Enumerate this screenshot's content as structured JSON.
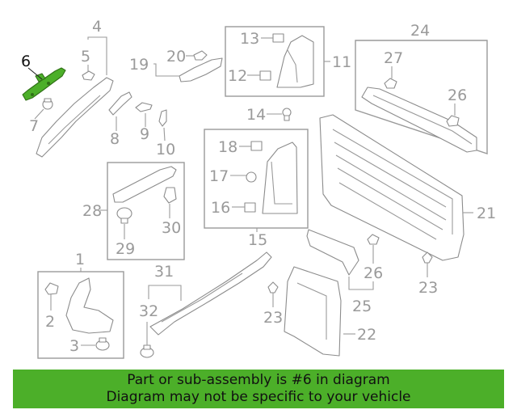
{
  "callouts": {
    "c1": "1",
    "c2": "2",
    "c3": "3",
    "c4": "4",
    "c5": "5",
    "c6": "6",
    "c7": "7",
    "c8": "8",
    "c9": "9",
    "c10": "10",
    "c11": "11",
    "c12": "12",
    "c13": "13",
    "c14": "14",
    "c15": "15",
    "c16": "16",
    "c17": "17",
    "c18": "18",
    "c19": "19",
    "c20": "20",
    "c21": "21",
    "c22": "22",
    "c23a": "23",
    "c23b": "23",
    "c24": "24",
    "c25": "25",
    "c26a": "26",
    "c26b": "26",
    "c27": "27",
    "c28": "28",
    "c29": "29",
    "c30": "30",
    "c31": "31",
    "c32": "32"
  },
  "highlight": {
    "part": "6",
    "color": "#4caf29"
  },
  "banner": {
    "line1": "Part or sub-assembly is #6 in diagram",
    "line2": "Diagram may not be specific to your vehicle"
  }
}
